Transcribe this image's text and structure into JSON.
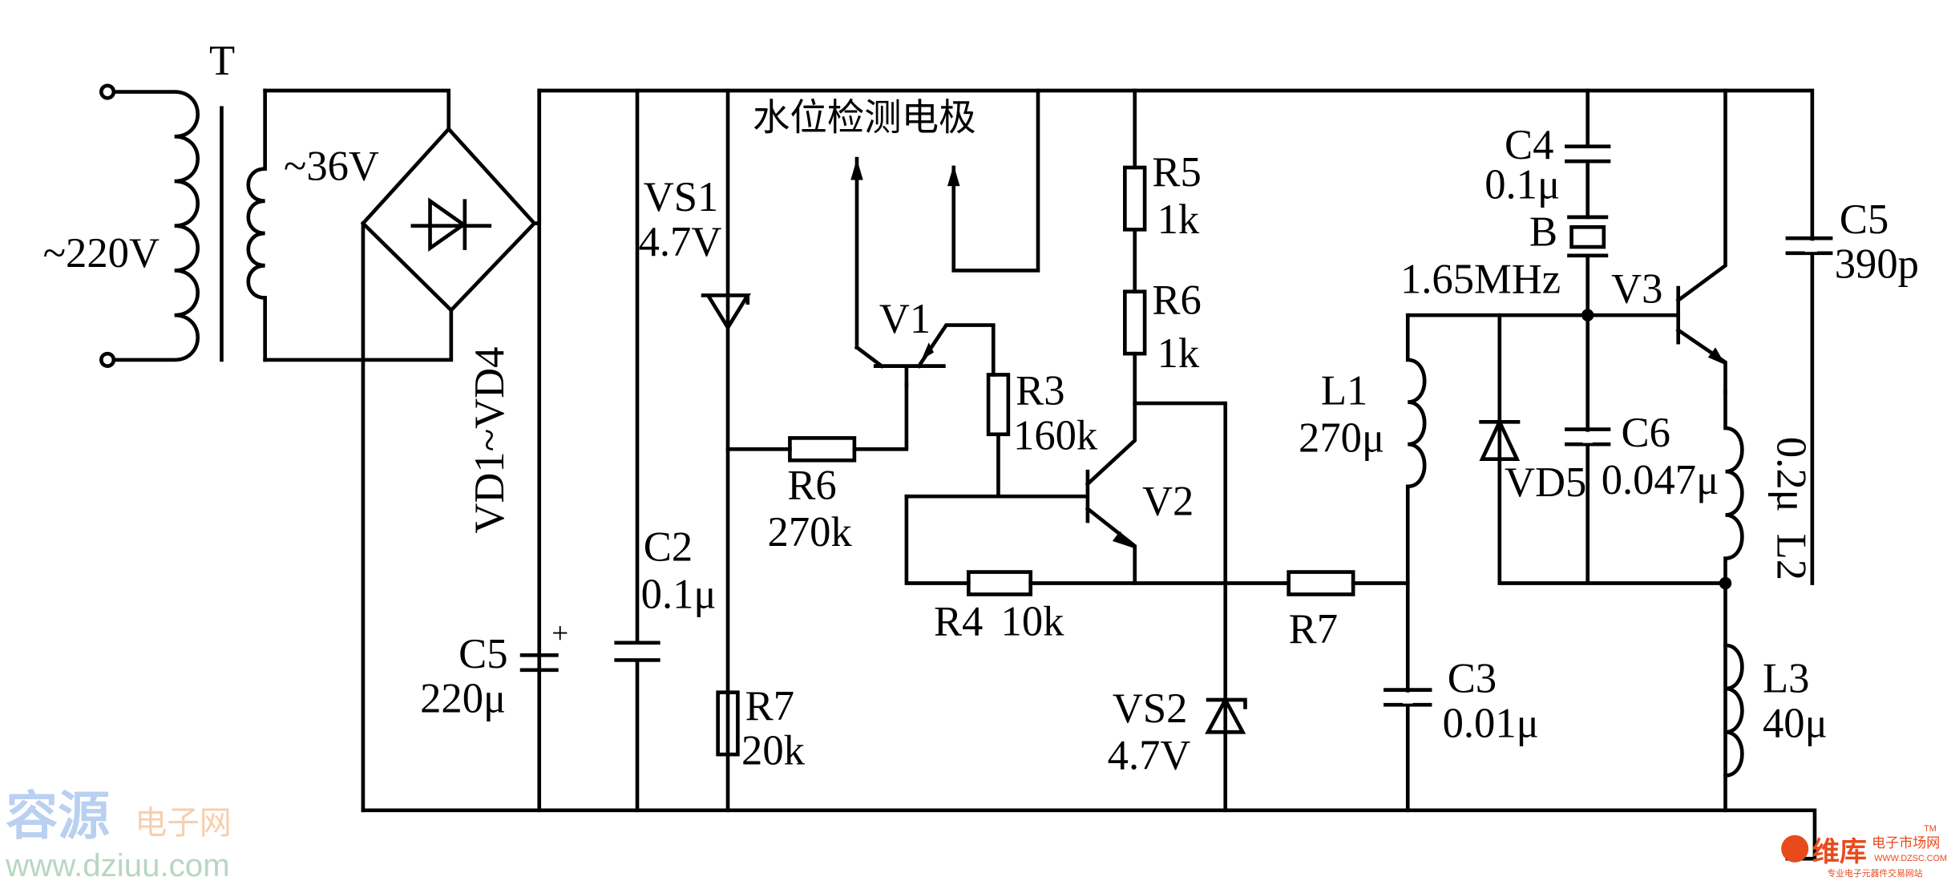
{
  "diagram": {
    "transformer": {
      "label": "T",
      "primary": "~220V",
      "secondary": "~36V"
    },
    "bridge": {
      "label": "VD1~VD4"
    },
    "electrode": {
      "label": "水位检测电极"
    },
    "components": {
      "C5_big": {
        "name": "C5",
        "value": "220μ"
      },
      "C2": {
        "name": "C2",
        "value": "0.1μ"
      },
      "VS1": {
        "name": "VS1",
        "value": "4.7V"
      },
      "R7_left": {
        "name": "R7",
        "value": "20k"
      },
      "R6_left": {
        "name": "R6",
        "value": "270k"
      },
      "V1": {
        "name": "V1"
      },
      "R3": {
        "name": "R3",
        "value": "160k"
      },
      "R4": {
        "name": "R4",
        "value": "10k"
      },
      "R5": {
        "name": "R5",
        "value": "1k"
      },
      "R6_right": {
        "name": "R6",
        "value": "1k"
      },
      "V2": {
        "name": "V2"
      },
      "VS2": {
        "name": "VS2",
        "value": "4.7V"
      },
      "R7_right": {
        "name": "R7"
      },
      "L1": {
        "name": "L1",
        "value": "270μ"
      },
      "C3": {
        "name": "C3",
        "value": "0.01μ"
      },
      "VD5": {
        "name": "VD5"
      },
      "C4": {
        "name": "C4",
        "value": "0.1μ"
      },
      "B": {
        "name": "B",
        "value": "1.65MHz"
      },
      "C6": {
        "name": "C6",
        "value": "0.047μ"
      },
      "V3": {
        "name": "V3"
      },
      "L2": {
        "name": "L2",
        "value": "0.2μ"
      },
      "C5_small": {
        "name": "C5",
        "value": "390p"
      },
      "L3": {
        "name": "L3",
        "value": "40μ"
      }
    }
  },
  "watermarks": {
    "left": {
      "brand": "容源",
      "suffix": "电子网",
      "url": "www.dziuu.com"
    },
    "right": {
      "brand": "维库",
      "suffix": "电子市场网",
      "tm": "TM",
      "url": "WWW.DZSC.COM",
      "tagline": "专业电子元器件交易网站"
    }
  },
  "colors": {
    "line": "#000000",
    "wm_blue": "#b9d0f0",
    "wm_orange": "#f6cfae",
    "wm_green": "#b7d6c2",
    "wm_red": "#e84a1c"
  }
}
